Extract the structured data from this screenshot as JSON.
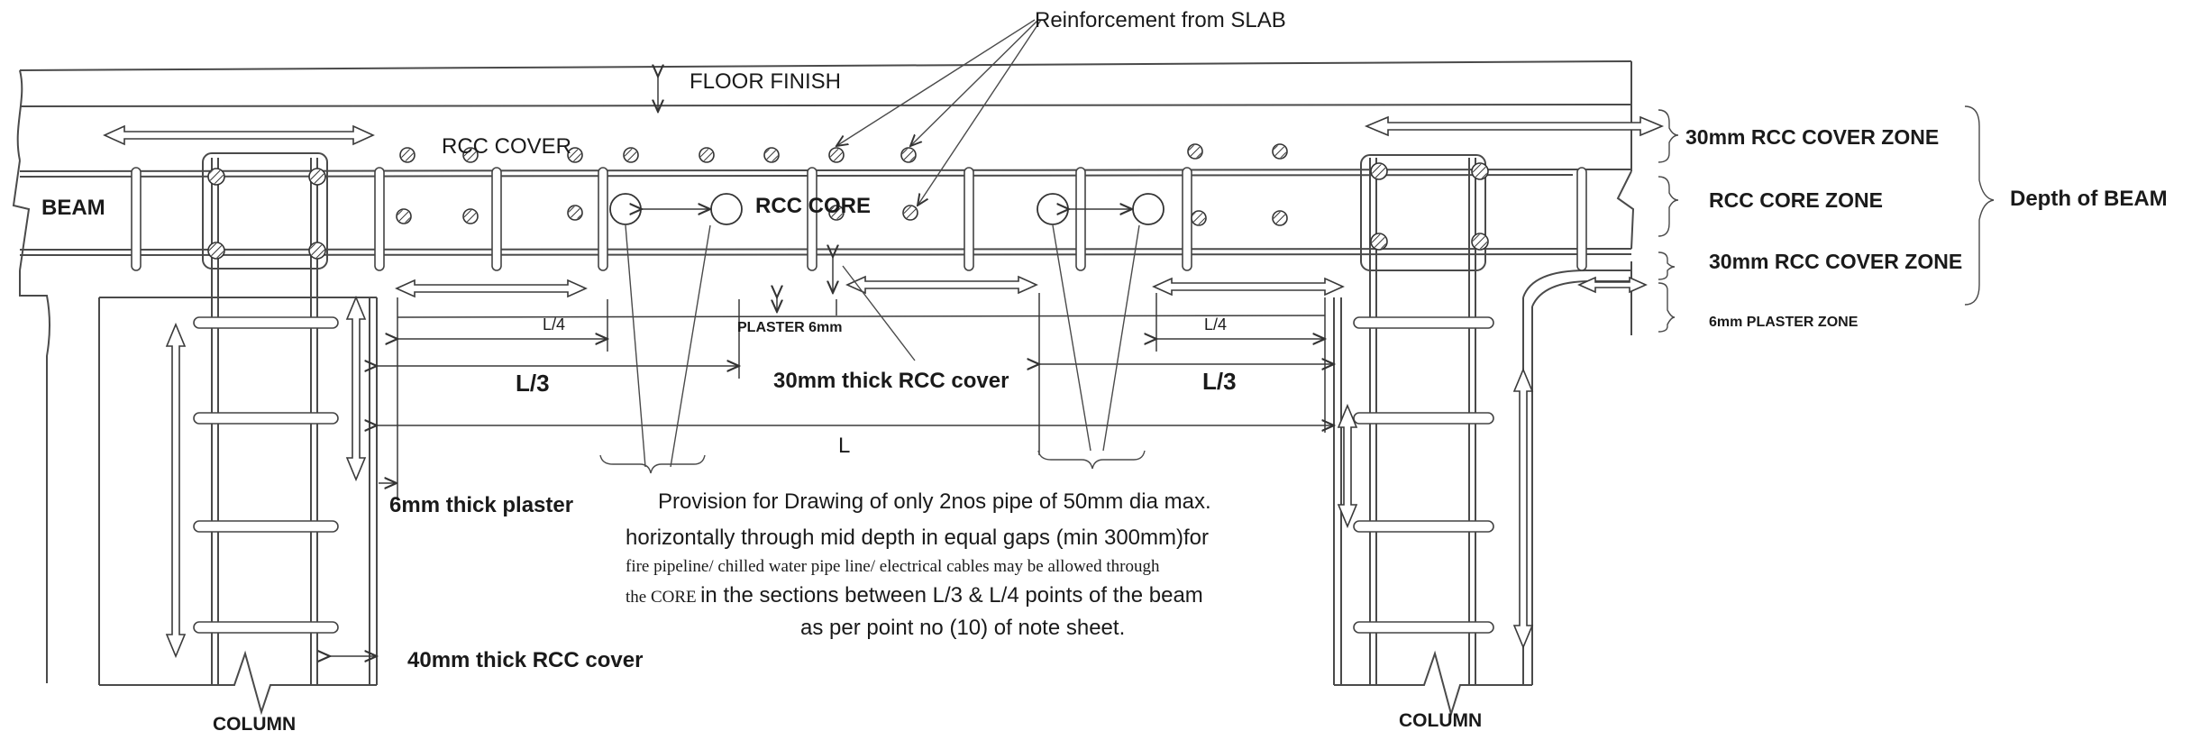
{
  "labels": {
    "reinforcement_from_slab": "Reinforcement  from SLAB",
    "floor_finish": "FLOOR FINISH",
    "rcc_cover": "RCC  COVER",
    "rcc_core": "RCC  CORE",
    "beam": "BEAM",
    "cover_zone_top": "30mm RCC  COVER ZONE",
    "core_zone": "RCC CORE ZONE",
    "cover_zone_bottom": "30mm RCC  COVER ZONE",
    "plaster_zone": "6mm PLASTER  ZONE",
    "depth_of_beam": "Depth of BEAM",
    "plaster_6mm": "PLASTER 6mm",
    "l_quarter_left": "L/4",
    "l_quarter_right": "L/4",
    "l_third_left": "L/3",
    "l_third_right": "L/3",
    "rcc_cover_30": "30mm thick RCC cover",
    "span_l": "L",
    "plaster_6mm_thick": "6mm thick plaster",
    "rcc_cover_40": "40mm thick RCC cover",
    "column_left": "COLUMN",
    "column_right": "COLUMN"
  },
  "note": {
    "line1": "Provision for Drawing of only 2nos pipe of 50mm dia max.",
    "line2": "horizontally through mid depth in equal gaps (min 300mm)for",
    "line3": "fire pipeline/ chilled water pipe line/ electrical cables may be allowed through",
    "line4_a": "the CORE",
    "line4_b": "  in the sections between L/3 & L/4 points of the beam",
    "line5": "as per point no (10) of note sheet."
  }
}
